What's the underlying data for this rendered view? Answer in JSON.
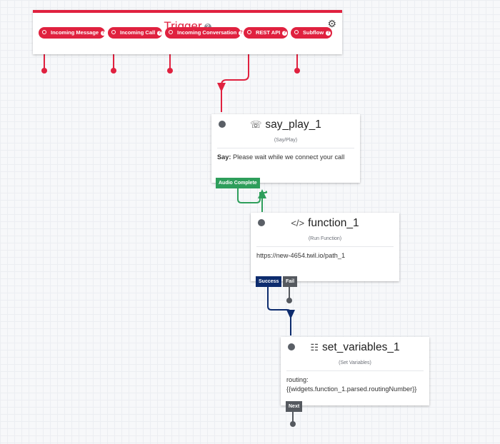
{
  "trigger": {
    "title": "Trigger",
    "help_glyph": "?",
    "settings_icon": "gear-icon",
    "accent_color": "#e0213f",
    "pills": [
      {
        "label": "Incoming Message"
      },
      {
        "label": "Incoming Call"
      },
      {
        "label": "Incoming Conversation"
      },
      {
        "label": "REST API"
      },
      {
        "label": "Subflow"
      }
    ]
  },
  "widgets": {
    "say_play": {
      "name": "say_play_1",
      "icon": "phone-icon",
      "type_label": "(Say/Play)",
      "field_label": "Say:",
      "field_value": "Please wait while we connect your call",
      "transition": "Audio Complete",
      "transition_color": "#2e9e5b"
    },
    "function": {
      "name": "function_1",
      "icon": "code-icon",
      "type_label": "(Run Function)",
      "body": "https://new-4654.twil.io/path_1",
      "transitions": [
        "Success",
        "Fail"
      ],
      "success_color": "#0d2c6e",
      "fail_color": "#55595f"
    },
    "set_variables": {
      "name": "set_variables_1",
      "icon": "variables-icon",
      "type_label": "(Set Variables)",
      "body_line1": "routing:",
      "body_line2": "{{widgets.function_1.parsed.routingNumber}}",
      "transition": "Next",
      "transition_color": "#55595f"
    }
  }
}
